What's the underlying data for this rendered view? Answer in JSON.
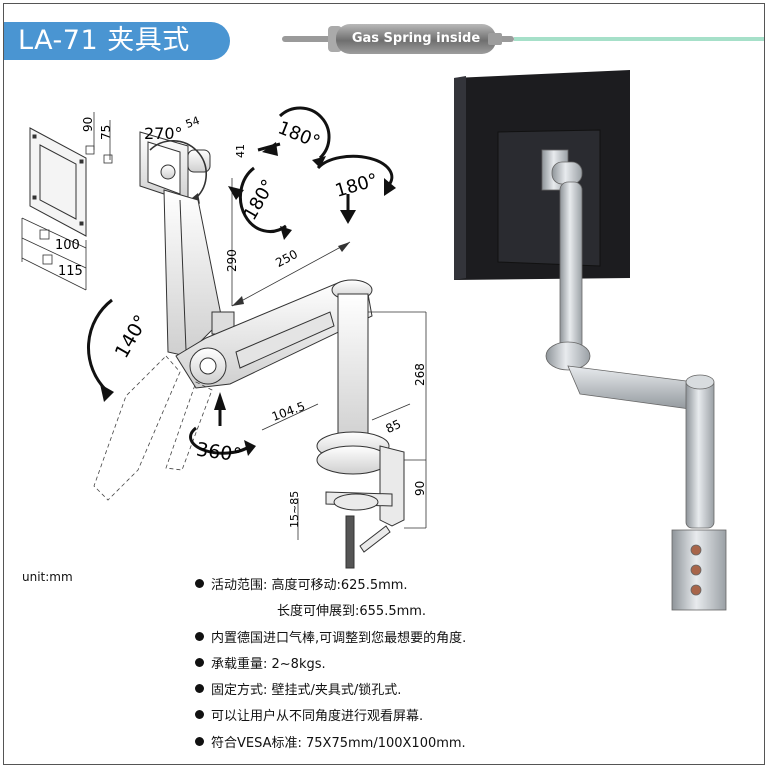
{
  "header": {
    "title": "LA-71 夹具式",
    "gas_badge": "Gas Spring inside"
  },
  "diagram": {
    "dim_90": "90",
    "dim_75": "75",
    "dim_54": "54",
    "dim_41": "41",
    "dim_290": "290",
    "dim_250": "250",
    "dim_100": "100",
    "dim_115": "115",
    "dim_104_5": "104.5",
    "dim_85": "85",
    "dim_268": "268",
    "dim_90b": "90",
    "dim_15_85": "15~85",
    "rot_270": "270°",
    "rot_180_top": "180°",
    "rot_180_mid": "180°",
    "rot_180_right": "180°",
    "rot_140": "140°",
    "rot_360": "360°"
  },
  "unit_label": "unit:mm",
  "features": [
    "活动范围: 高度可移动:625.5mm.",
    "长度可伸展到:655.5mm.",
    "内置德国进口气棒,可调整到您最想要的角度.",
    "承载重量: 2~8kgs.",
    "固定方式: 壁挂式/夹具式/锁孔式.",
    "可以让用户从不同角度进行观看屏幕.",
    "符合VESA标准: 75X75mm/100X100mm."
  ]
}
